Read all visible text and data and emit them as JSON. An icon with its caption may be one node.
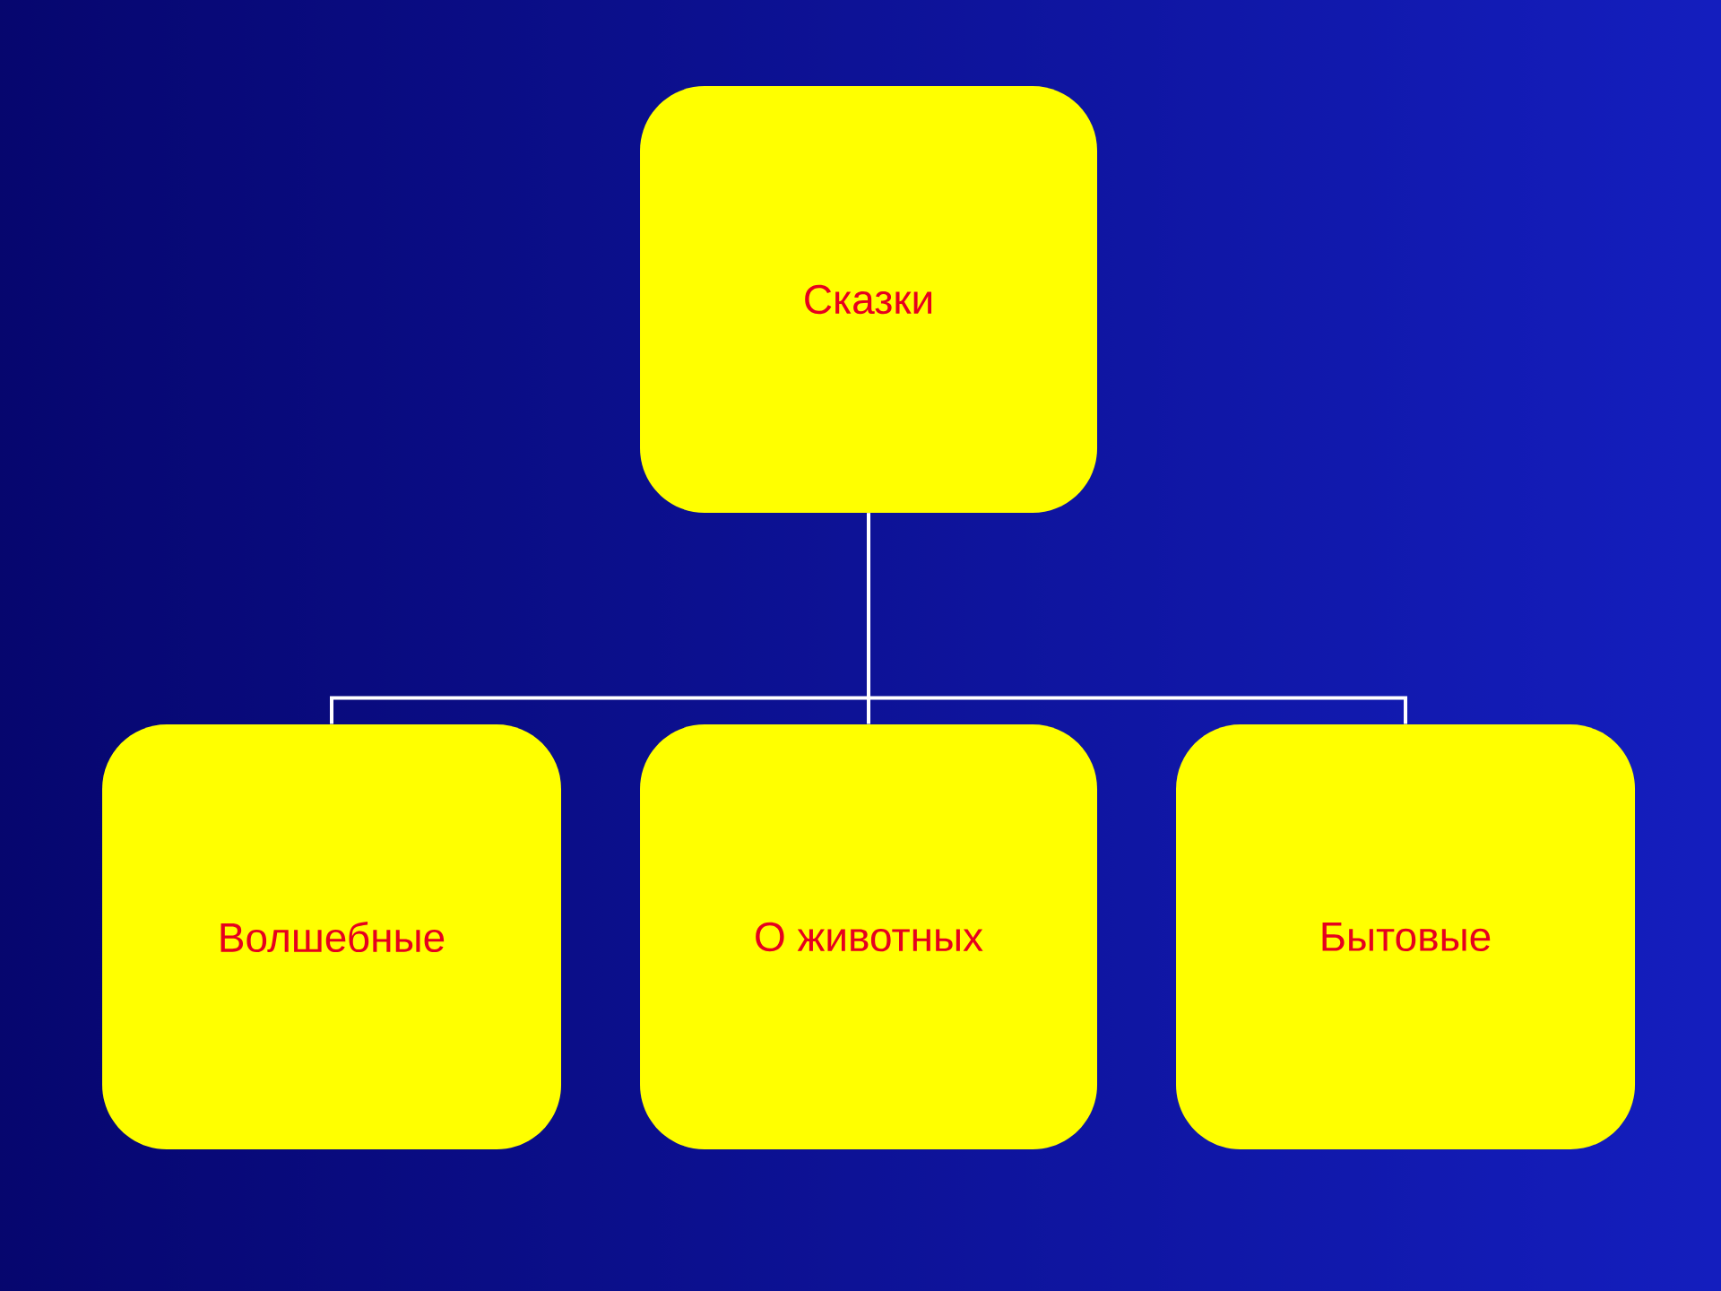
{
  "diagram": {
    "nodes": [
      {
        "text": [
          "Сказки"
        ]
      },
      {
        "text": [
          "Волшебные"
        ]
      },
      {
        "text": [
          "О животных"
        ]
      },
      {
        "text": [
          "Бытовые"
        ]
      }
    ],
    "edges": [
      {
        "from": 0,
        "to": 1,
        "arrow": "none"
      },
      {
        "from": 0,
        "to": 2,
        "arrow": "none"
      },
      {
        "from": 0,
        "to": 3,
        "arrow": "none"
      }
    ]
  }
}
